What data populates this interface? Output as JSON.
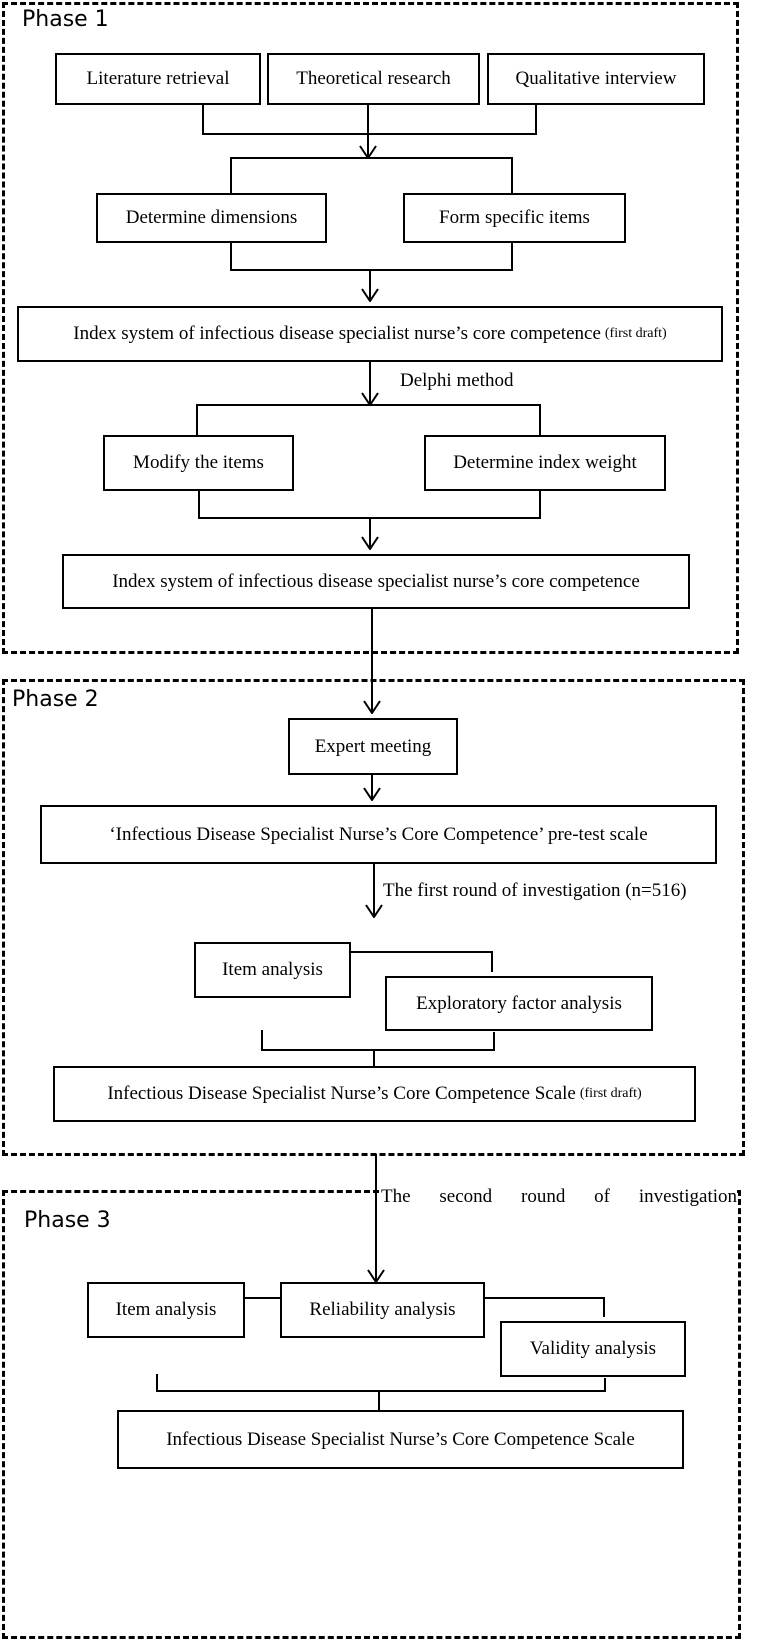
{
  "phases": {
    "phase1": "Phase 1",
    "phase2": "Phase 2",
    "phase3": "Phase 3"
  },
  "nodes": {
    "literature_retrieval": "Literature retrieval",
    "theoretical_research": "Theoretical research",
    "qualitative_interview": "Qualitative interview",
    "determine_dimensions": "Determine dimensions",
    "form_specific_items": "Form specific items",
    "index_system_first_draft": "Index system of infectious disease specialist nurse’s core competence",
    "first_draft_tag": "(first draft)",
    "modify_items": "Modify the items",
    "determine_index_weight": "Determine index weight",
    "index_system_final": "Index system of infectious disease specialist nurse’s core competence",
    "expert_meeting": "Expert meeting",
    "pretest_scale": "‘Infectious Disease Specialist Nurse’s Core Competence’ pre-test scale",
    "item_analysis_1": "Item analysis",
    "exploratory_factor_analysis": "Exploratory factor analysis",
    "scale_first_draft": "Infectious Disease Specialist Nurse’s Core Competence Scale",
    "scale_first_draft_tag": "(first draft)",
    "item_analysis_2": "Item analysis",
    "reliability_analysis": "Reliability analysis",
    "validity_analysis": "Validity analysis",
    "final_scale": "Infectious Disease Specialist Nurse’s Core Competence Scale"
  },
  "edge_labels": {
    "delphi": "Delphi method",
    "first_round": "The first round of investigation (n=516)",
    "second_round": [
      "The",
      "second",
      "round",
      "of",
      "investigation"
    ]
  }
}
